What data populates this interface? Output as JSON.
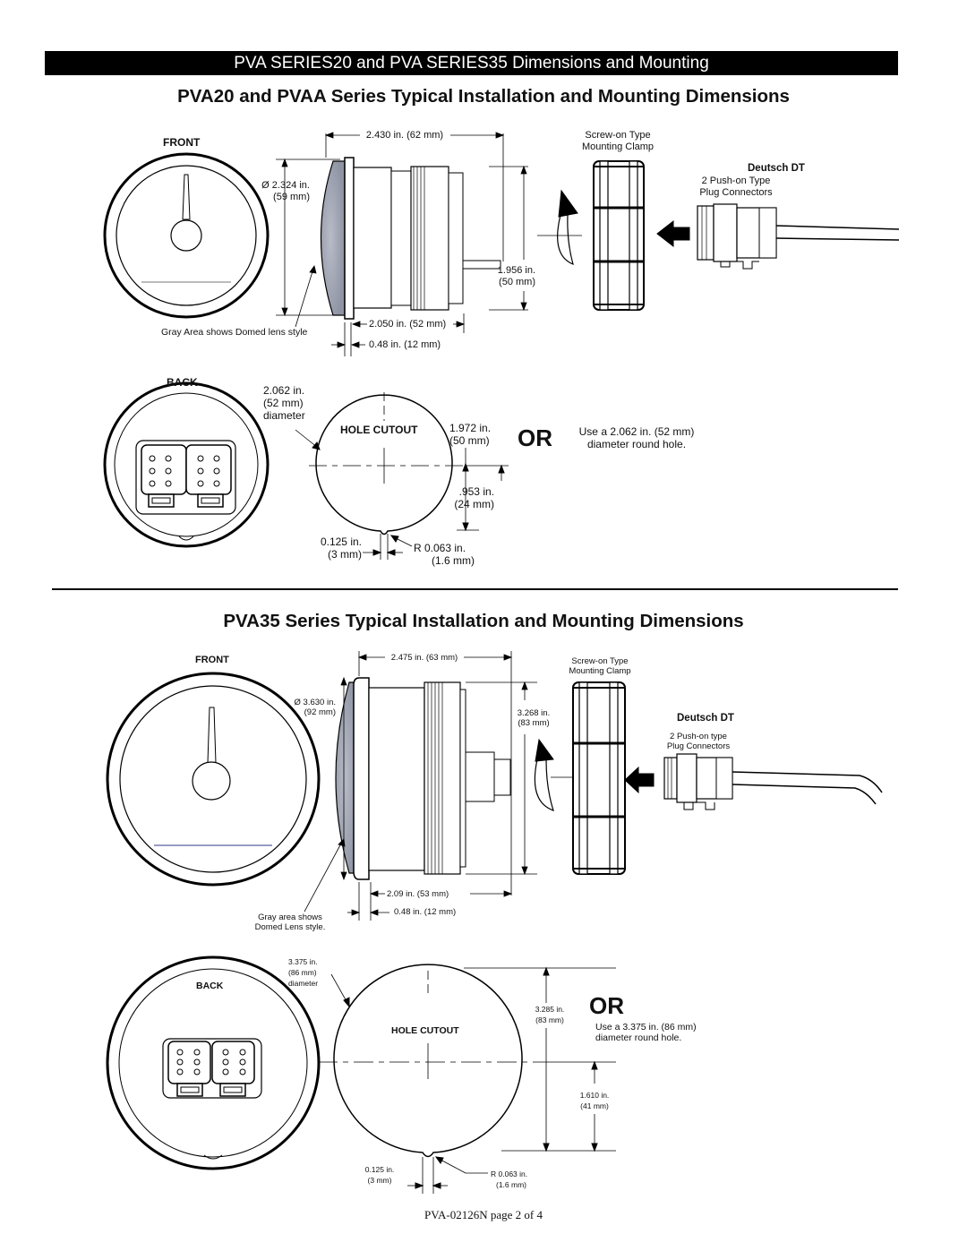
{
  "banner": "PVA SERIES20 and PVA SERIES35 Dimensions and Mounting",
  "section1": {
    "title": "PVA20 and PVAA Series Typical Installation and Mounting Dimensions",
    "front_label": "FRONT",
    "dia_line1": "Ø 2.324 in.",
    "dia_line2": "(59 mm)",
    "width_label": "2.430 in. (62 mm)",
    "clamp_line1": "Screw-on Type",
    "clamp_line2": "Mounting Clamp",
    "deutsch": "Deutsch DT",
    "plug_line1": "2 Push-on Type",
    "plug_line2": "Plug Connectors",
    "height_line1": "1.956 in.",
    "height_line2": "(50 mm)",
    "depth_label": "2.050 in. (52 mm)",
    "lip_label": "0.48 in. (12 mm)",
    "gray_note": "Gray Area shows Domed lens style",
    "back_label": "BACK",
    "cut_dia_line1": "2.062 in.",
    "cut_dia_line2": "(52 mm)",
    "cut_dia_line3": "diameter",
    "hole_cutout": "HOLE CUTOUT",
    "cut_h_line1": "1.972 in.",
    "cut_h_line2": "(50 mm)",
    "or": "OR",
    "alt_line1": "Use a 2.062 in. (52 mm)",
    "alt_line2": "diameter round hole.",
    "offset_line1": ".953 in.",
    "offset_line2": "(24 mm)",
    "notch_w_line1": "0.125 in.",
    "notch_w_line2": "(3 mm)",
    "notch_r_line1": "R 0.063 in.",
    "notch_r_line2": "(1.6 mm)"
  },
  "section2": {
    "title": "PVA35 Series Typical Installation and Mounting Dimensions",
    "front_label": "FRONT",
    "width_label": "2.475 in. (63 mm)",
    "clamp_line1": "Screw-on Type",
    "clamp_line2": "Mounting Clamp",
    "dia_line1": "Ø 3.630 in.",
    "dia_line2": "(92 mm)",
    "height_line1": "3.268 in.",
    "height_line2": "(83 mm)",
    "deutsch": "Deutsch DT",
    "plug_line1": "2 Push-on type",
    "plug_line2": "Plug Connectors",
    "depth_label": "2.09 in. (53 mm)",
    "lip_label": "0.48 in. (12 mm)",
    "gray_line1": "Gray area shows",
    "gray_line2": "Domed Lens style.",
    "cut_dia_line1": "3.375 in.",
    "cut_dia_line2": "(86 mm)",
    "cut_dia_line3": "diameter",
    "back_label": "BACK",
    "hole_cutout": "HOLE CUTOUT",
    "cut_h_line1": "3.285 in.",
    "cut_h_line2": "(83 mm)",
    "or": "OR",
    "alt_line1": "Use a 3.375 in. (86 mm)",
    "alt_line2": "diameter round hole.",
    "offset_line1": "1.610 in.",
    "offset_line2": "(41 mm)",
    "notch_w_line1": "0.125 in.",
    "notch_w_line2": "(3 mm)",
    "notch_r_line1": "R 0.063 in.",
    "notch_r_line2": "(1.6 mm)"
  },
  "footer": "PVA-02126N page 2 of 4"
}
